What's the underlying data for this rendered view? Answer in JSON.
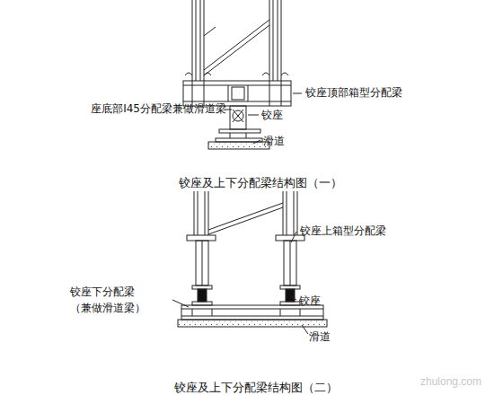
{
  "diagram": {
    "labels": [
      "铰座顶部箱型分配梁",
      "座底部I45分配梁兼做滑道梁",
      "铰座",
      "滑道",
      "铰座及上下分配梁结构图（一）",
      "铰座上箱型分配梁",
      "铰座下分配梁",
      "（兼做滑道梁）",
      "铰座",
      "滑道",
      "铰座及上下分配梁结构图（二）",
      "zhulong.com"
    ]
  }
}
